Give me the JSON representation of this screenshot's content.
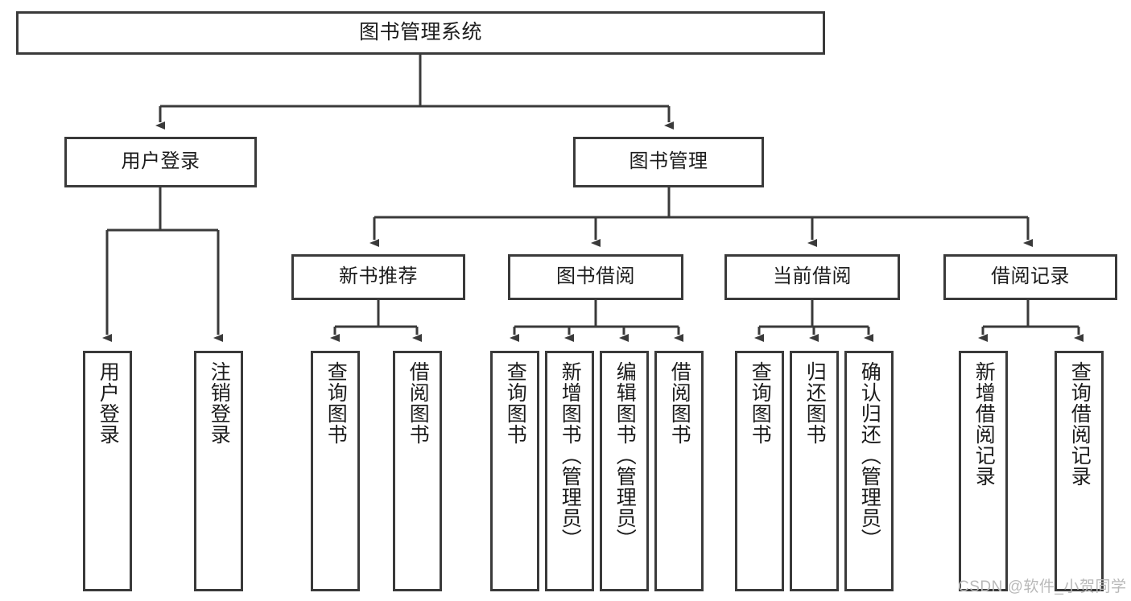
{
  "diagram": {
    "title": "图书管理系统",
    "watermark": "CSDN @软件_小贺同学",
    "colors": {
      "stroke": "#3a3a3a",
      "fill": "#ffffff",
      "text": "#1c1c1c",
      "watermark": "#b9b9b9"
    },
    "nodes": {
      "root": "图书管理系统",
      "level2": {
        "user_login": "用户登录",
        "book_manage": "图书管理"
      },
      "level3": {
        "new_book_recommend": "新书推荐",
        "book_borrow": "图书借阅",
        "current_borrow": "当前借阅",
        "borrow_record": "借阅记录"
      },
      "leaves": {
        "user_login_children": [
          "用户登录",
          "注销登录"
        ],
        "new_book_recommend_children": [
          "查询图书",
          "借阅图书"
        ],
        "book_borrow_children": [
          "查询图书",
          "新增图书（管理员）",
          "编辑图书（管理员）",
          "借阅图书"
        ],
        "current_borrow_children": [
          "查询图书",
          "归还图书",
          "确认归还（管理员）"
        ],
        "borrow_record_children": [
          "新增借阅记录",
          "查询借阅记录"
        ]
      }
    }
  }
}
